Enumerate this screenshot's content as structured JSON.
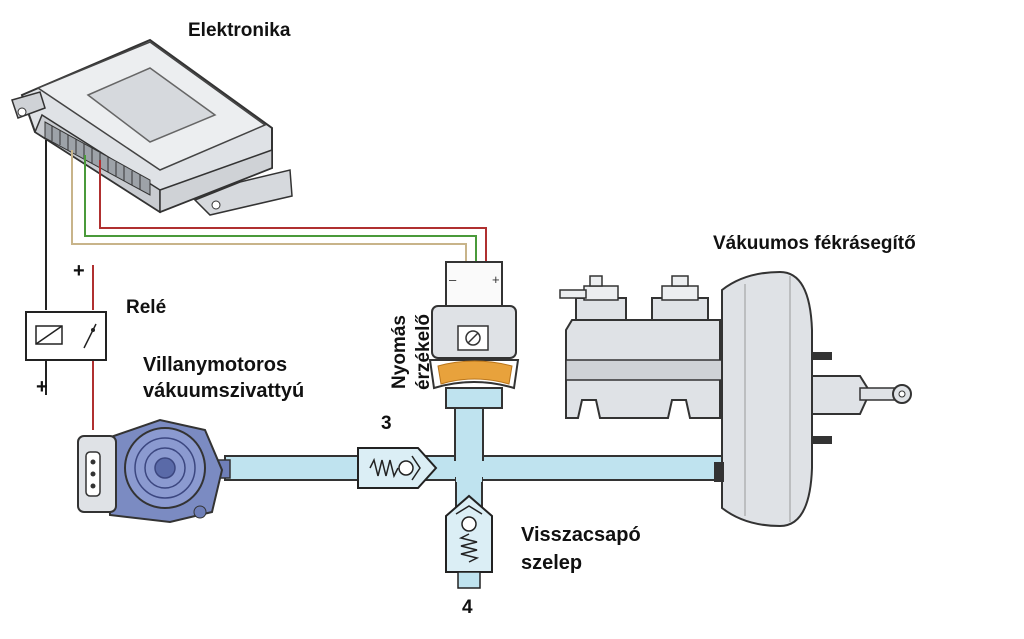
{
  "labels": {
    "elektronika": "Elektronika",
    "fekrasegito": "Vákuumos fékrásegítő",
    "rele": "Relé",
    "villanymotoros_line1": "Villanymotoros",
    "villanymotoros_line2": "vákuumszivattyú",
    "nyomas_line1": "Nyomás",
    "nyomas_line2": "érzékelő",
    "visszacsapo_line1": "Visszacsapó",
    "visszacsapo_line2": "szelep",
    "num3": "3",
    "num4": "4"
  },
  "signs": {
    "plus_top": "+",
    "plus_bottom": "+",
    "minus_sensor": "–",
    "plus_sensor": "+"
  },
  "colors": {
    "vacuum_line": "#bfe3ef",
    "wire_red": "#b03030",
    "wire_green": "#4a9a3a",
    "wire_tan": "#c8b48a",
    "wire_black": "#222222",
    "body_gray": "#d9dde2",
    "pump_blue": "#6f7fb8",
    "sensor_orange": "#e8a23c"
  }
}
